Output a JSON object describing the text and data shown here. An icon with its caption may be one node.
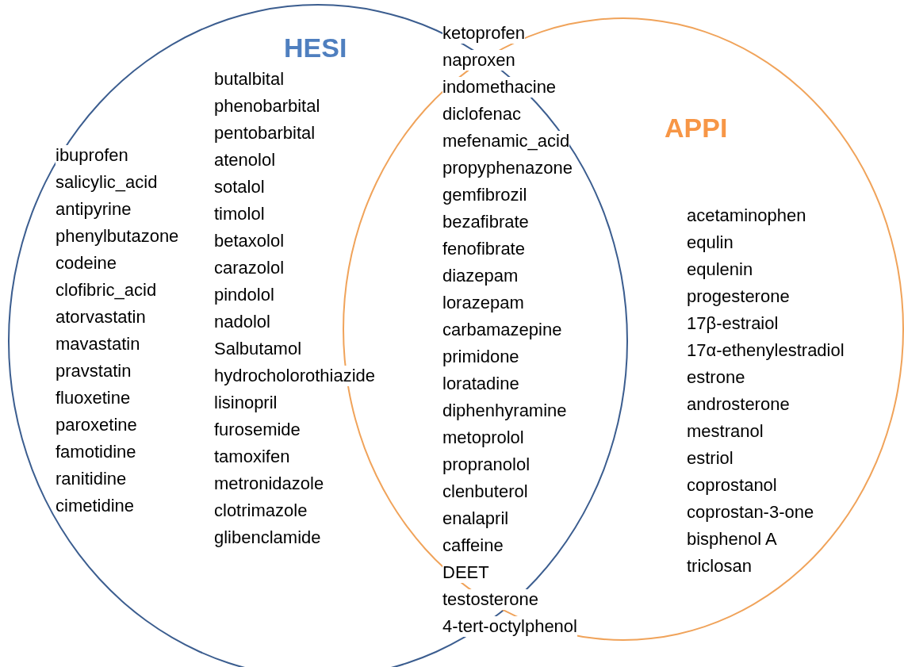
{
  "diagram": {
    "nodes": [
      {
        "text": [
          "HESI"
        ]
      },
      {
        "text": [
          "APPI"
        ]
      }
    ],
    "labels": [
      "ibuprofen",
      "salicylic_acid",
      "antipyrine",
      "phenylbutazone",
      "codeine",
      "clofibric_acid",
      "atorvastatin",
      "mavastatin",
      "pravstatin",
      "fluoxetine",
      "paroxetine",
      "famotidine",
      "ranitidine",
      "cimetidine",
      "butalbital",
      "phenobarbital",
      "pentobarbital",
      "atenolol",
      "sotalol",
      "timolol",
      "betaxolol",
      "carazolol",
      "pindolol",
      "nadolol",
      "Salbutamol",
      "hydrocholorothiazide",
      "lisinopril",
      "furosemide",
      "tamoxifen",
      "metronidazole",
      "clotrimazole",
      "glibenclamide",
      "ketoprofen",
      "naproxen",
      "indomethacine",
      "diclofenac",
      "mefenamic_acid",
      "propyphenazone",
      "gemfibrozil",
      "bezafibrate",
      "fenofibrate",
      "diazepam",
      "lorazepam",
      "carbamazepine",
      "primidone",
      "loratadine",
      "diphenhyramine",
      "metoprolol",
      "propranolol",
      "clenbuterol",
      "enalapril",
      "caffeine",
      "DEET",
      "testosterone",
      "4-tert-octylphenol",
      "acetaminophen",
      "equlin",
      "equlenin",
      "progesterone",
      "17β-estraiol",
      "17α-ethenylestradiol",
      "estrone",
      "androsterone",
      "mestranol",
      "estriol",
      "coprostanol",
      "coprostan-3-one",
      "bisphenol A",
      "triclosan"
    ]
  }
}
